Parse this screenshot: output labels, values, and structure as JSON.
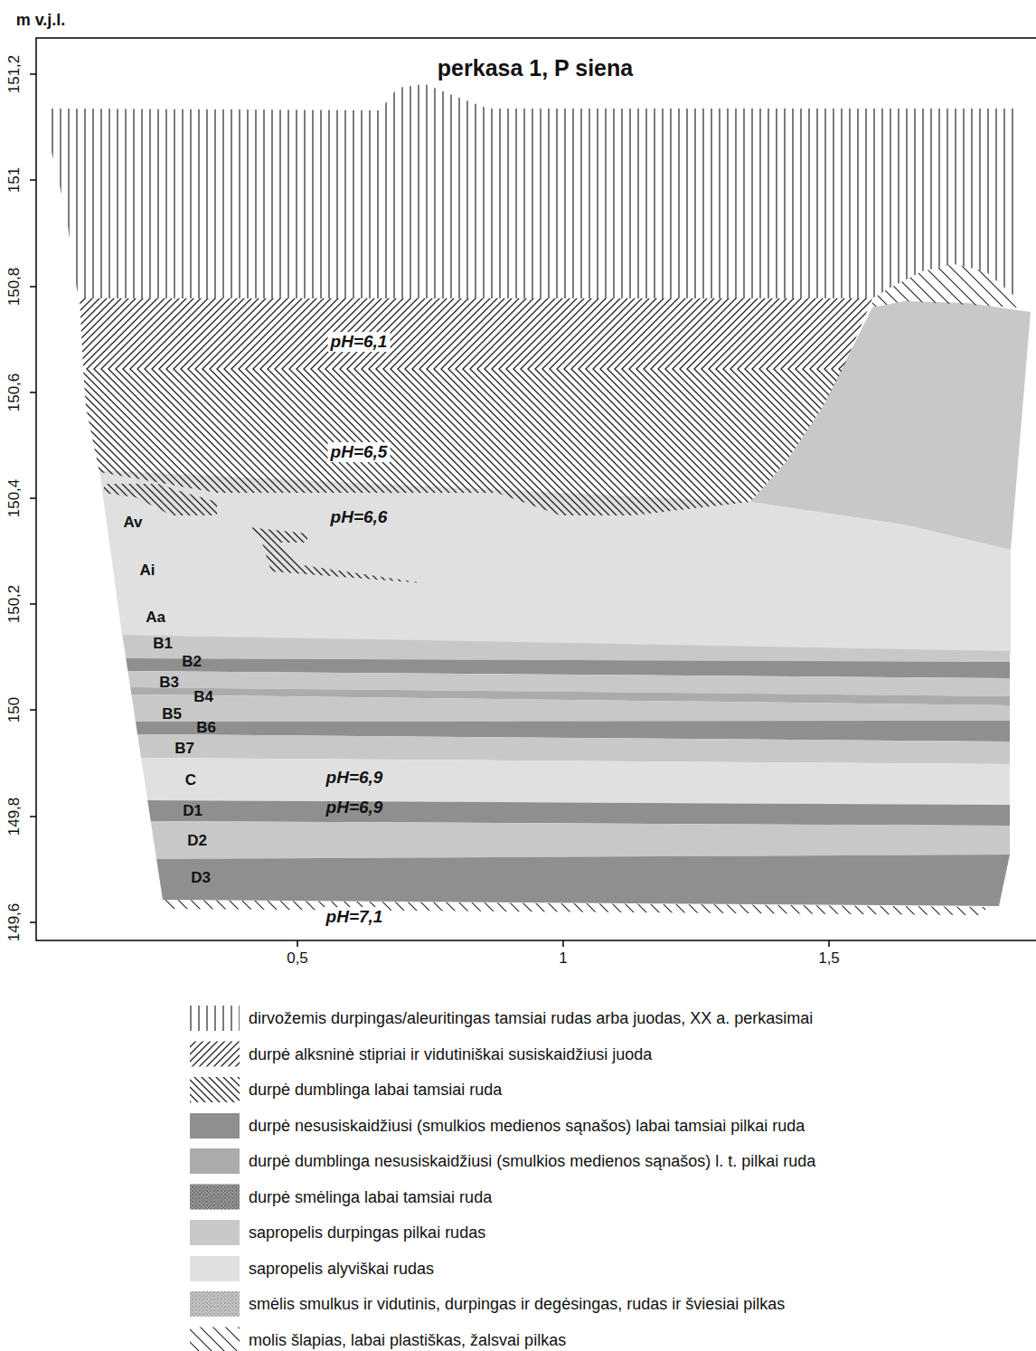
{
  "diagram": {
    "title": "perkasa 1, P siena",
    "labels": [
      "m v.j.l.",
      "151,2",
      "151",
      "150,8",
      "150,6",
      "150,4",
      "150,2",
      "150",
      "149,8",
      "149,6",
      "0,5",
      "1",
      "1,5",
      "Av",
      "Ai",
      "Aa",
      "B1",
      "B2",
      "B3",
      "B4",
      "B5",
      "B6",
      "B7",
      "C",
      "D1",
      "D2",
      "D3",
      "pH=6,1",
      "pH=6,5",
      "pH=6,6",
      "pH=6,9",
      "pH=6,9",
      "pH=7,1"
    ],
    "legend": [
      {
        "text": "dirvožemis durpingas/aleuritingas tamsiai rudas arba juodas, XX a. perkasimai"
      },
      {
        "text": "durpė alksninė stipriai ir vidutiniškai susiskaidžiusi juoda"
      },
      {
        "text": "durpė dumblinga labai tamsiai ruda"
      },
      {
        "text": "durpė nesusiskaidžiusi (smulkios medienos sąnašos) labai tamsiai pilkai ruda",
        "color": "#8f8f8f"
      },
      {
        "text": "durpė dumblinga nesusiskaidžiusi (smulkios medienos sąnašos) l. t. pilkai ruda",
        "color": "#ababab"
      },
      {
        "text": "durpė smėlinga labai tamsiai ruda"
      },
      {
        "text": "sapropelis durpingas pilkai rudas",
        "color": "#c8c8c8"
      },
      {
        "text": "sapropelis alyviškai rudas",
        "color": "#e0e0e0"
      },
      {
        "text": "smėlis smulkus ir vidutinis, durpingas ir degėsingas, rudas ir šviesiai pilkas"
      },
      {
        "text": "molis šlapias, labai plastiškas, žalsvai pilkas"
      }
    ]
  }
}
